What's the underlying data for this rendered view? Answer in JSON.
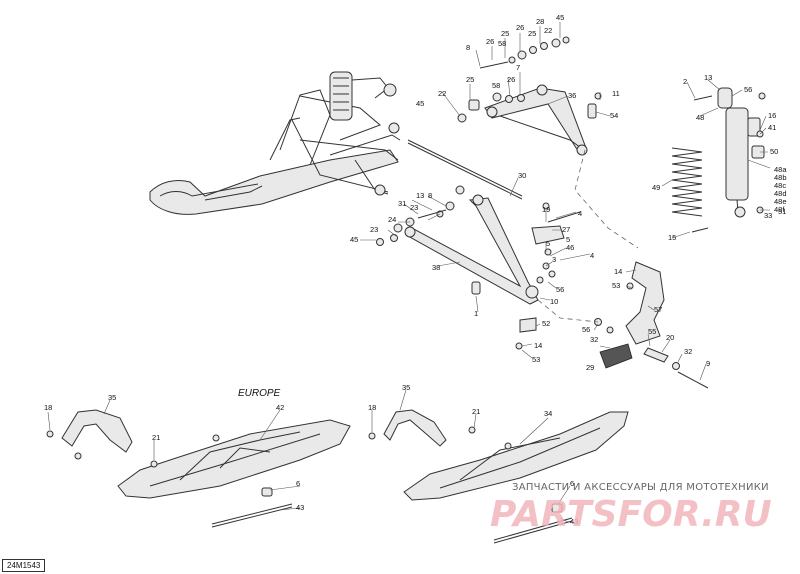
{
  "diagram": {
    "region_label": "EUROPE",
    "reference_code": "24M1543",
    "watermark_caption": "ЗАПЧАСТИ И АКСЕССУАРЫ ДЛЯ МОТОТЕХНИКИ",
    "watermark_logo": "PARTSFOR.RU",
    "callouts": {
      "c1": "45",
      "c2": "28",
      "c3": "26",
      "c4": "22",
      "c5": "25",
      "c6": "26",
      "c7": "58",
      "c8": "8",
      "c9": "25",
      "c10": "7",
      "c11": "26",
      "c12": "25",
      "c13": "58",
      "c14": "22",
      "c15": "45",
      "c16": "36",
      "c17": "11",
      "c18": "54",
      "c19": "2",
      "c20": "13",
      "c21": "56",
      "c22": "48",
      "c23": "16",
      "c24": "41",
      "c25": "50",
      "c26": "49",
      "c27": "48a",
      "c28": "48b",
      "c29": "48c",
      "c30": "48d",
      "c31": "48e",
      "c32": "48f",
      "c33": "33",
      "c34": "51",
      "c35": "15",
      "c36": "30",
      "c37": "31",
      "c38": "13",
      "c39": "8",
      "c40": "23",
      "c41": "24",
      "c42": "23",
      "c43": "45",
      "c44": "19",
      "c45": "4",
      "c46": "27",
      "c47": "5",
      "c48": "5",
      "c49": "46",
      "c50": "3",
      "c51": "4",
      "c52": "38",
      "c53": "56",
      "c54": "10",
      "c55": "1",
      "c56": "52",
      "c57": "14",
      "c58": "53",
      "c59": "14",
      "c60": "53",
      "c61": "57",
      "c62": "56",
      "c63": "55",
      "c64": "32",
      "c65": "20",
      "c66": "32",
      "c67": "29",
      "c68": "9",
      "c69": "18",
      "c70": "35",
      "c71": "21",
      "c72": "42",
      "c73": "6",
      "c74": "43",
      "c75": "18",
      "c76": "35",
      "c77": "34",
      "c78": "21",
      "c79": "6",
      "c80": "43"
    }
  }
}
